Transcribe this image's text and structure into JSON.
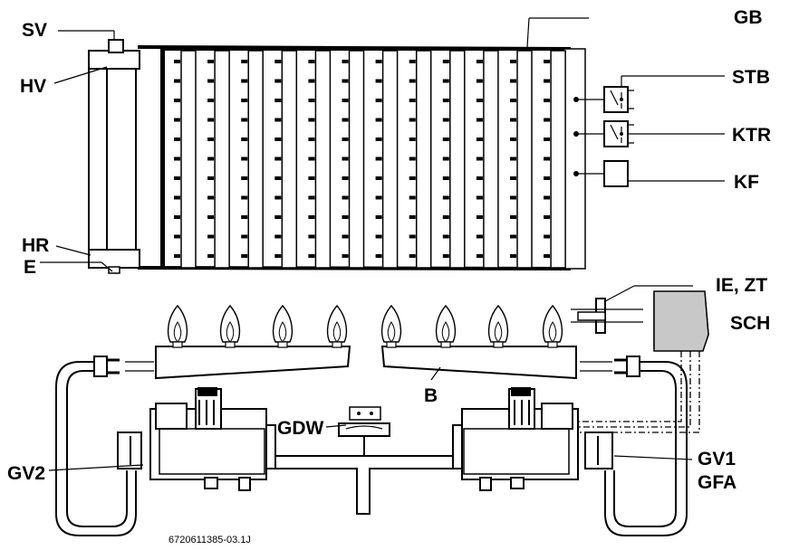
{
  "labels": {
    "sv": "SV",
    "hv": "HV",
    "hr": "HR",
    "e": "E",
    "gb": "GB",
    "stb": "STB",
    "ktr": "KTR",
    "kf": "KF",
    "ie_zt": "IE, ZT",
    "sch": "SCH",
    "b": "B",
    "gdw": "GDW",
    "gv2": "GV2",
    "gv1": "GV1",
    "gfa": "GFA"
  },
  "figure_code": "6720611385-03.1J"
}
